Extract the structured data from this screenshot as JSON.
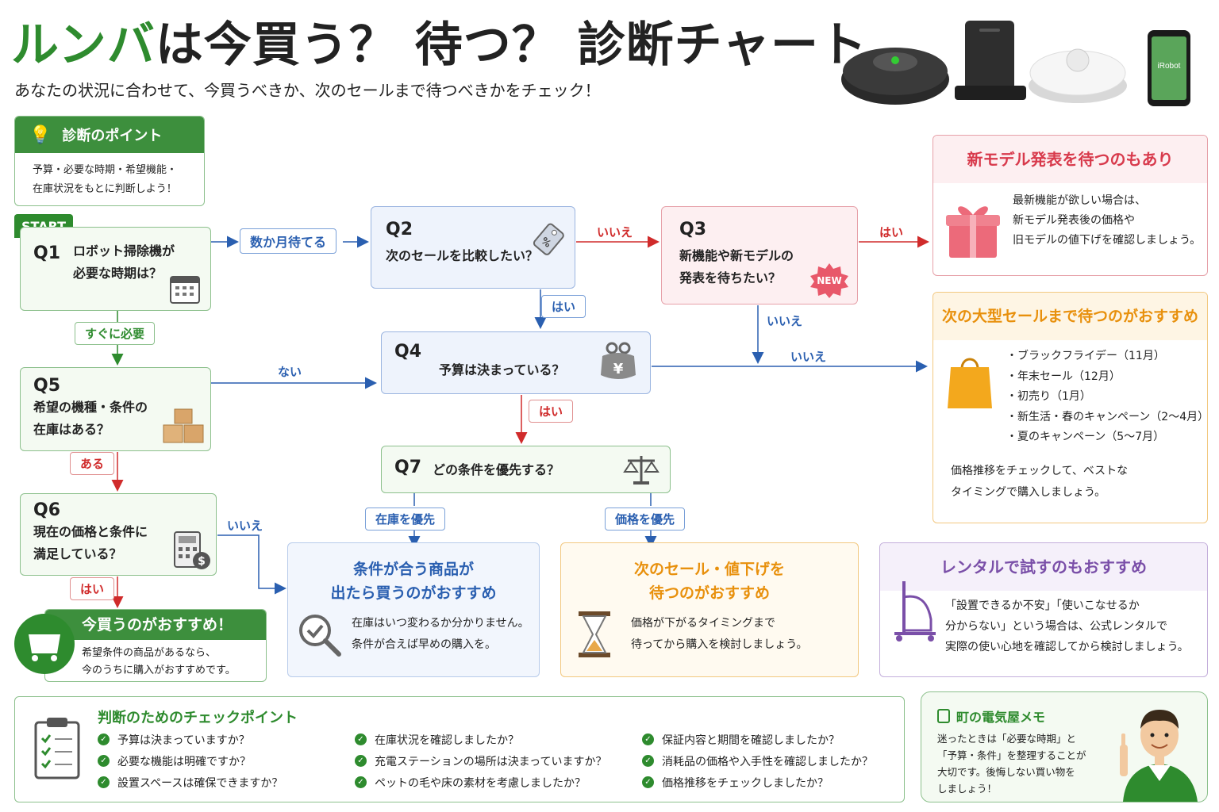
{
  "header": {
    "title_green": "ルンバ",
    "title_rest": "は今買う？ 待つ？ 診断チャート",
    "subtitle": "あなたの状況に合わせて、今買うべきか、次のセールまで待つべきかをチェック！"
  },
  "point": {
    "title": "診断のポイント",
    "body_1": "予算・必要な時期・希望機能・",
    "body_2": "在庫状況をもとに判断しよう！"
  },
  "start_label": "START",
  "q1": {
    "label": "Q1",
    "text_1": "ロボット掃除機が",
    "text_2": "必要な時期は？"
  },
  "q2": {
    "label": "Q2",
    "text_1": "次のセールを比較したい？"
  },
  "q3": {
    "label": "Q3",
    "text_1": "新機能や新モデルの",
    "text_2": "発表を待ちたい？",
    "badge": "NEW"
  },
  "q4": {
    "label": "Q4",
    "text_1": "予算は決まっている？"
  },
  "q5": {
    "label": "Q5",
    "text_1": "希望の機種・条件の",
    "text_2": "在庫はある？"
  },
  "q6": {
    "label": "Q6",
    "text_1": "現在の価格と条件に",
    "text_2": "満足している？"
  },
  "q7": {
    "label": "Q7",
    "text_1": "どの条件を優先する？"
  },
  "edges": {
    "q1_wait": "数か月待てる",
    "q1_now": "すぐに必要",
    "q2_no": "いいえ",
    "q2_yes": "はい",
    "q3_yes": "はい",
    "q3_no": "いいえ",
    "q4_no_right": "いいえ",
    "q5_no": "ない",
    "q5_yes": "ある",
    "q4_yes": "はい",
    "q6_no": "いいえ",
    "q6_yes": "はい",
    "q7_stock": "在庫を優先",
    "q7_price": "価格を優先"
  },
  "result_new_model": {
    "title": "新モデル発表を待つのもあり",
    "body_1": "最新機能が欲しい場合は、",
    "body_2": "新モデル発表後の価格や",
    "body_3": "旧モデルの値下げを確認しましょう。"
  },
  "result_big_sale": {
    "title": "次の大型セールまで待つのがおすすめ",
    "items": [
      "・ブラックフライデー（11月）",
      "・年末セール（12月）",
      "・初売り（1月）",
      "・新生活・春のキャンペーン（2〜4月）",
      "・夏のキャンペーン（5〜7月）"
    ],
    "footer_1": "価格推移をチェックして、ベストな",
    "footer_2": "タイミングで購入しましょう。"
  },
  "result_buy_now": {
    "title": "今買うのがおすすめ！",
    "body_1": "希望条件の商品があるなら、",
    "body_2": "今のうちに購入がおすすめです。"
  },
  "result_stock": {
    "title_1": "条件が合う商品が",
    "title_2": "出たら買うのがおすすめ",
    "body_1": "在庫はいつ変わるか分かりません。",
    "body_2": "条件が合えば早めの購入を。"
  },
  "result_price": {
    "title_1": "次のセール・値下げを",
    "title_2": "待つのがおすすめ",
    "body_1": "価格が下がるタイミングまで",
    "body_2": "待ってから購入を検討しましょう。"
  },
  "result_rental": {
    "title": "レンタルで試すのもおすすめ",
    "body_1": "「設置できるか不安」「使いこなせるか",
    "body_2": "分からない」という場合は、公式レンタルで",
    "body_3": "実際の使い心地を確認してから検討しましょう。"
  },
  "checkpoints": {
    "title": "判断のためのチェックポイント",
    "col1": [
      "予算は決まっていますか？",
      "必要な機能は明確ですか？",
      "設置スペースは確保できますか？"
    ],
    "col2": [
      "在庫状況を確認しましたか？",
      "充電ステーションの場所は決まっていますか？",
      "ペットの毛や床の素材を考慮しましたか？"
    ],
    "col3": [
      "保証内容と期間を確認しましたか？",
      "消耗品の価格や入手性を確認しましたか？",
      "価格推移をチェックしましたか？"
    ]
  },
  "memo": {
    "title": "町の電気屋メモ",
    "body_1": "迷ったときは「必要な時期」と",
    "body_2": "「予算・条件」を整理することが",
    "body_3": "大切です。後悔しない買い物を",
    "body_4": "しましょう！"
  },
  "phone_brand": "iRobot",
  "colors": {
    "green": "#2e8b2e",
    "blue": "#2a5fb0",
    "red": "#d02b2b",
    "orange": "#e8900c",
    "purple": "#7a4fa8"
  }
}
